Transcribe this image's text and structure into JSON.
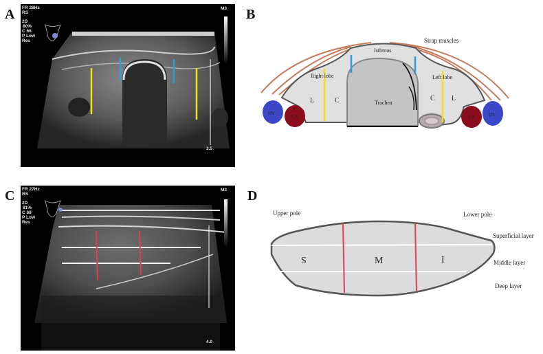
{
  "panels": {
    "A": {
      "letter": "A",
      "type": "ultrasound-transverse",
      "overlay": {
        "frame_rate": "FR 28Hz",
        "preset": "RS",
        "mode": "2D",
        "gain": "80%",
        "contrast": "C 66",
        "power": "P Low",
        "resolution": "Res",
        "depth": "3.5",
        "map": "M3"
      },
      "markers": {
        "yellow": 2,
        "blue": 2
      },
      "colors": {
        "yellow": "#f0e020",
        "blue": "#2a9fd8"
      }
    },
    "B": {
      "letter": "B",
      "type": "schematic-transverse",
      "labels": {
        "strap_muscles": "Strap muscles",
        "isthmus": "Isthmus",
        "right_lobe": "Right lobe",
        "left_lobe": "Left lobe",
        "trachea": "Trachea",
        "lateral_left": "L",
        "central_left": "C",
        "central_right": "C",
        "lateral_right": "L",
        "ijv_left": "IJV",
        "ca_left": "CA",
        "ca_right": "CA",
        "ijv_right": "IJV"
      },
      "colors": {
        "ijv": "#3a48c8",
        "ca": "#8b0c1c",
        "muscle": "#c87a5c",
        "gland": "#e0e0e0",
        "trachea": "#c4c4c4",
        "yellow": "#f0e020",
        "blue": "#2a9fd8"
      }
    },
    "C": {
      "letter": "C",
      "type": "ultrasound-longitudinal",
      "overlay": {
        "frame_rate": "FR 27Hz",
        "preset": "RS",
        "mode": "2D",
        "gain": "81%",
        "contrast": "C 68",
        "power": "P Low",
        "resolution": "Res",
        "depth": "4.0",
        "map": "M3"
      },
      "markers": {
        "red": 2,
        "white": 2
      },
      "colors": {
        "red": "#e04050",
        "white": "#ffffff"
      }
    },
    "D": {
      "letter": "D",
      "type": "schematic-longitudinal",
      "labels": {
        "upper_pole": "Upper pole",
        "lower_pole": "Lower pole",
        "superficial_layer": "Superficial layer",
        "middle_layer": "Middle layer",
        "deep_layer": "Deep layer",
        "segment_superior": "S",
        "segment_middle": "M",
        "segment_inferior": "I"
      },
      "colors": {
        "fill": "#dcdcdc",
        "outline": "#555555",
        "divider": "#e04050",
        "layer_line": "#ffffff"
      }
    }
  }
}
